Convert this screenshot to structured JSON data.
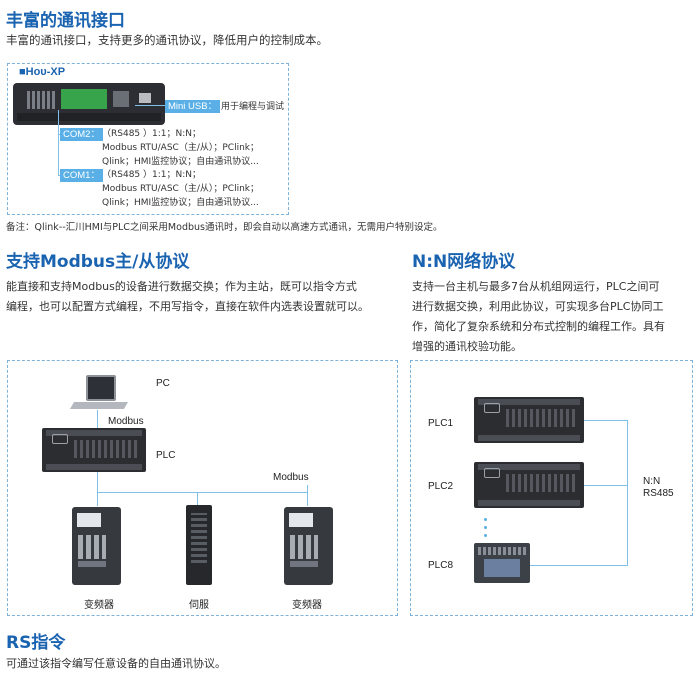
{
  "s1": {
    "title": "丰富的通讯接口",
    "desc": "丰富的通讯接口，支持更多的通讯协议，降低用户的控制成本。",
    "brand": "■Hᴏᴜ-XP",
    "mini_usb": "Mini USB：",
    "mini_usb_desc": "用于编程与调试",
    "com2": "COM2：",
    "com2_lines": [
      "（RS485 ）1:1；N:N；",
      "Modbus RTU/ASC（主/从）；PClink；",
      "Qlink；HMI监控协议；自由通讯协议..."
    ],
    "com1": "COM1：",
    "com1_lines": [
      "（RS485 ）1:1；N:N；",
      "Modbus RTU/ASC（主/从）；PClink；",
      "Qlink；HMI监控协议；自由通讯协议..."
    ],
    "note": "备注：Qlink--汇川HMI与PLC之间采用Modbus通讯时，即会自动以高速方式通讯，无需用户特别设定。"
  },
  "s2": {
    "title": "支持Modbus主/从协议",
    "desc": [
      "能直接和支持Modbus的设备进行数据交换；作为主站，既可以指令方式",
      "编程，也可以配置方式编程，不用写指令，直接在软件内选表设置就可以。"
    ],
    "pc": "PC",
    "modbus1": "Modbus",
    "plc": "PLC",
    "modbus2": "Modbus",
    "inverter1": "变频器",
    "servo": "伺服",
    "inverter2": "变频器"
  },
  "s3": {
    "title": "N:N网络协议",
    "desc": [
      "支持一台主机与最多7台从机组网运行，PLC之间可",
      "进行数据交换，利用此协议，可实现多台PLC协同工",
      "作，简化了复杂系统和分布式控制的编程工作。具有",
      "增强的通讯校验功能。"
    ],
    "plc1": "PLC1",
    "plc2": "PLC2",
    "plc8": "PLC8",
    "nn": "N:N",
    "rs485": "RS485"
  },
  "s4": {
    "title": "RS指令",
    "desc": "可通过该指令编写任意设备的自由通讯协议。"
  },
  "colors": {
    "title": "#1a63b0",
    "tag": "#5ab0e6",
    "line": "#7fc0e8",
    "border": "#7fb2d9"
  }
}
